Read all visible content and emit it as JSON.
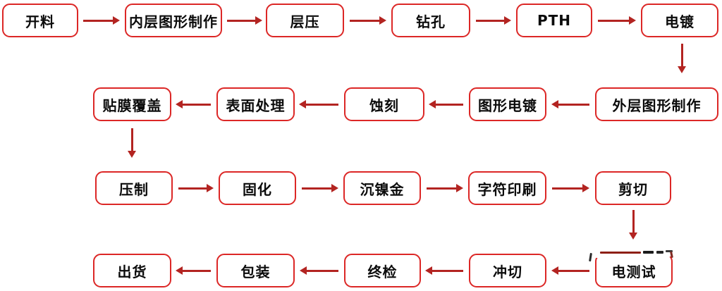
{
  "title": "PCB manufacturing process flowchart",
  "colors": {
    "background": "#ffffff",
    "box_border": "#dc2726",
    "arrow": "#b32421",
    "text": "#0b0b0b",
    "watermark_dash_red": "#8e1f16",
    "watermark_dash_dark": "#1c1c1c"
  },
  "flow": {
    "rows": [
      {
        "direction": "left-to-right",
        "nodes": [
          {
            "label": "开料"
          },
          {
            "label": "内层图形制作"
          },
          {
            "label": "层压"
          },
          {
            "label": "钻孔"
          },
          {
            "label": "PTH"
          },
          {
            "label": "电镀"
          }
        ]
      },
      {
        "direction": "right-to-left",
        "nodes": [
          {
            "label": "外层图形制作"
          },
          {
            "label": "图形电镀"
          },
          {
            "label": "蚀刻"
          },
          {
            "label": "表面处理"
          },
          {
            "label": "贴膜覆盖"
          }
        ]
      },
      {
        "direction": "left-to-right",
        "nodes": [
          {
            "label": "压制"
          },
          {
            "label": "固化"
          },
          {
            "label": "沉镍金"
          },
          {
            "label": "字符印刷"
          },
          {
            "label": "剪切"
          }
        ]
      },
      {
        "direction": "right-to-left",
        "nodes": [
          {
            "label": "电测试"
          },
          {
            "label": "冲切"
          },
          {
            "label": "终检"
          },
          {
            "label": "包装"
          },
          {
            "label": "出货"
          }
        ]
      }
    ],
    "sequence": [
      "开料",
      "内层图形制作",
      "层压",
      "钻孔",
      "PTH",
      "电镀",
      "外层图形制作",
      "图形电镀",
      "蚀刻",
      "表面处理",
      "贴膜覆盖",
      "压制",
      "固化",
      "沉镍金",
      "字符印刷",
      "剪切",
      "电测试",
      "冲切",
      "终检",
      "包装",
      "出货"
    ]
  }
}
